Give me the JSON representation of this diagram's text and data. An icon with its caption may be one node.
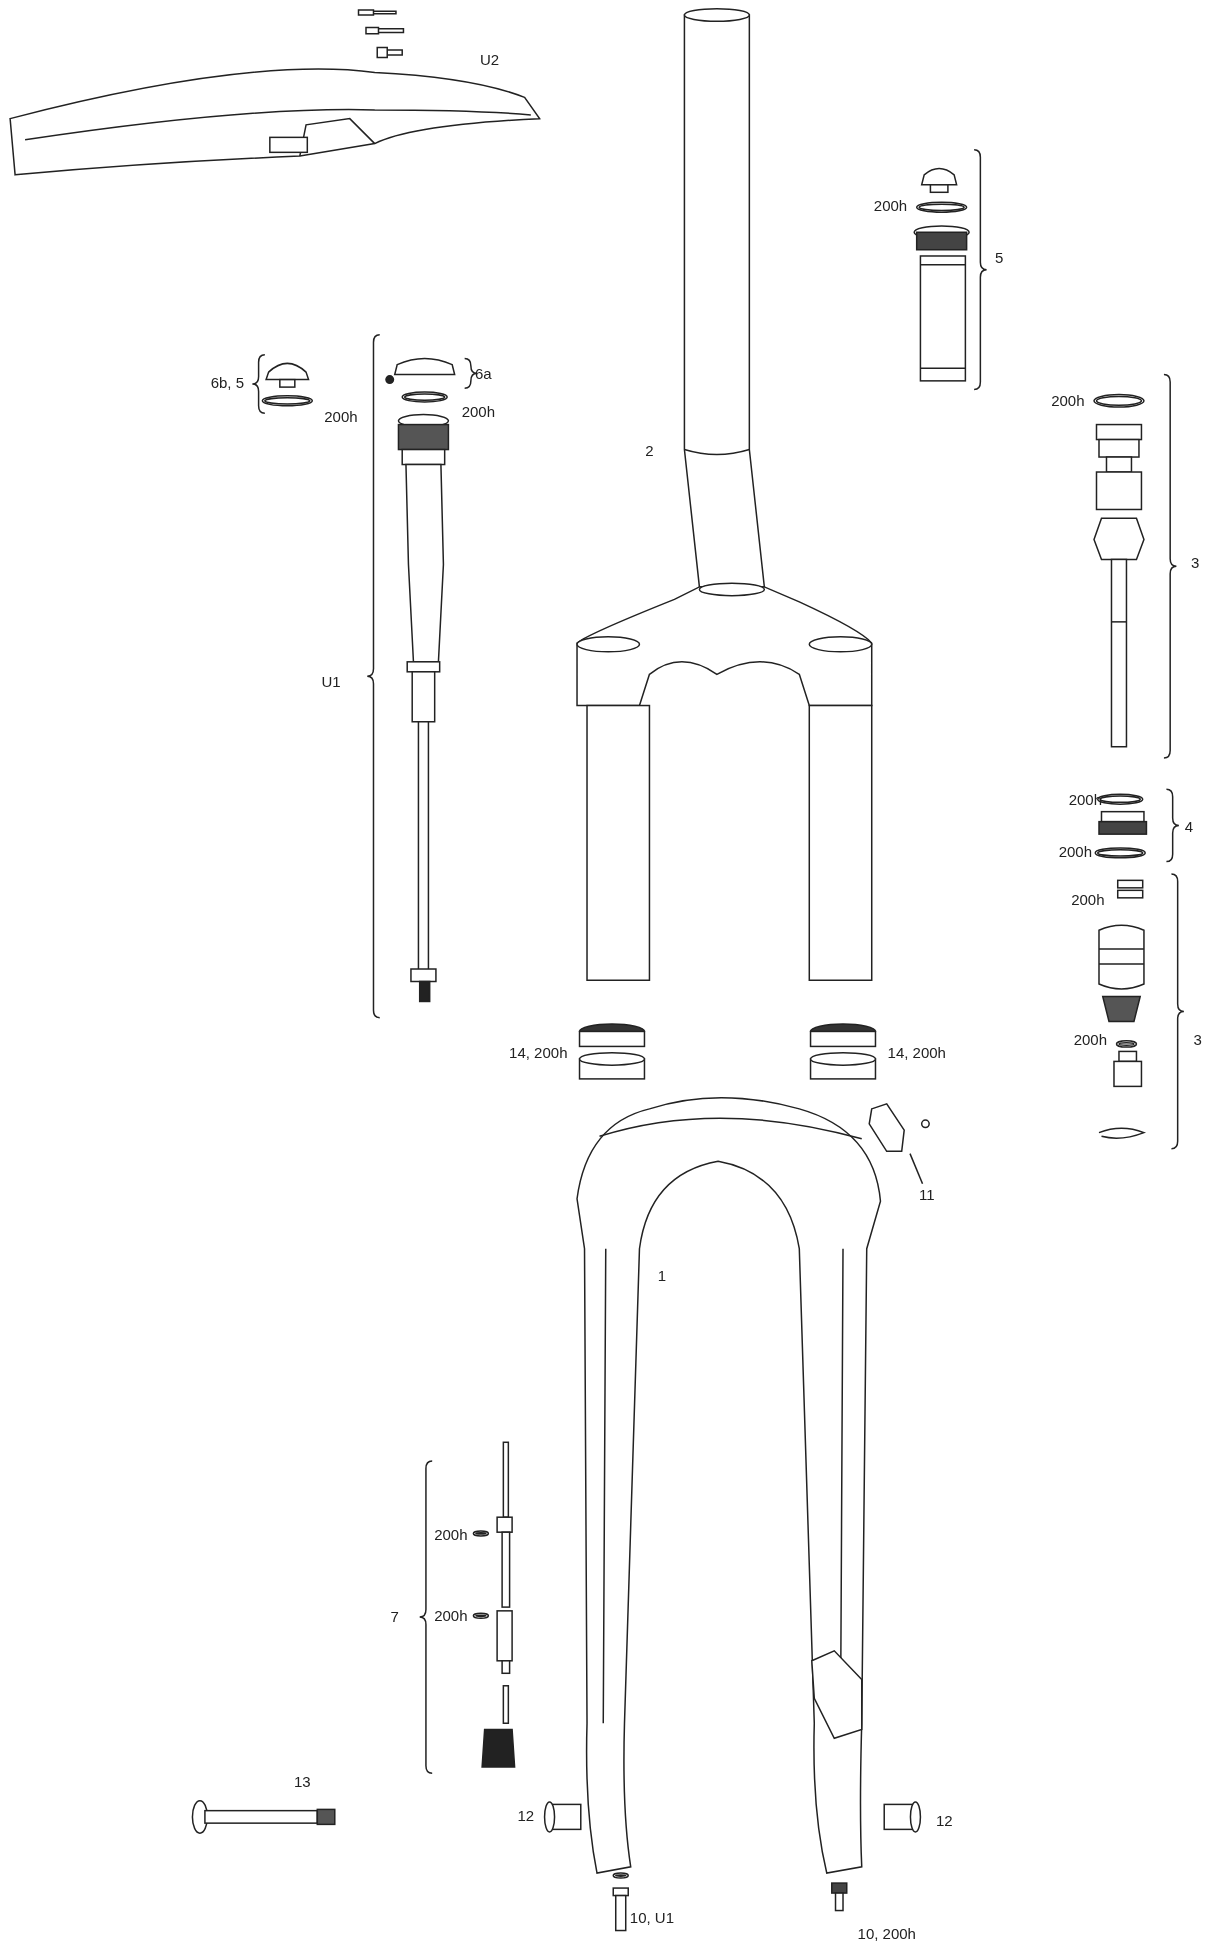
{
  "diagram": {
    "nodes": [
      {
        "text": [
          "11"
        ]
      },
      {
        "text": [],
        "shape": "picture"
      }
    ],
    "edges": [
      {
        "from": 0,
        "to": 1,
        "arrow": "none"
      }
    ],
    "labels": [
      "U2",
      "200h",
      "5",
      "6b, 5",
      "6a",
      "200h",
      "200h",
      "200h",
      "2",
      "3",
      "U1",
      "200h",
      "4",
      "200h",
      "200h",
      "200h",
      "3",
      "14, 200h",
      "14, 200h",
      "1",
      "200h",
      "200h",
      "7",
      "13",
      "12",
      "12",
      "10, U1",
      "10, 200h"
    ]
  }
}
